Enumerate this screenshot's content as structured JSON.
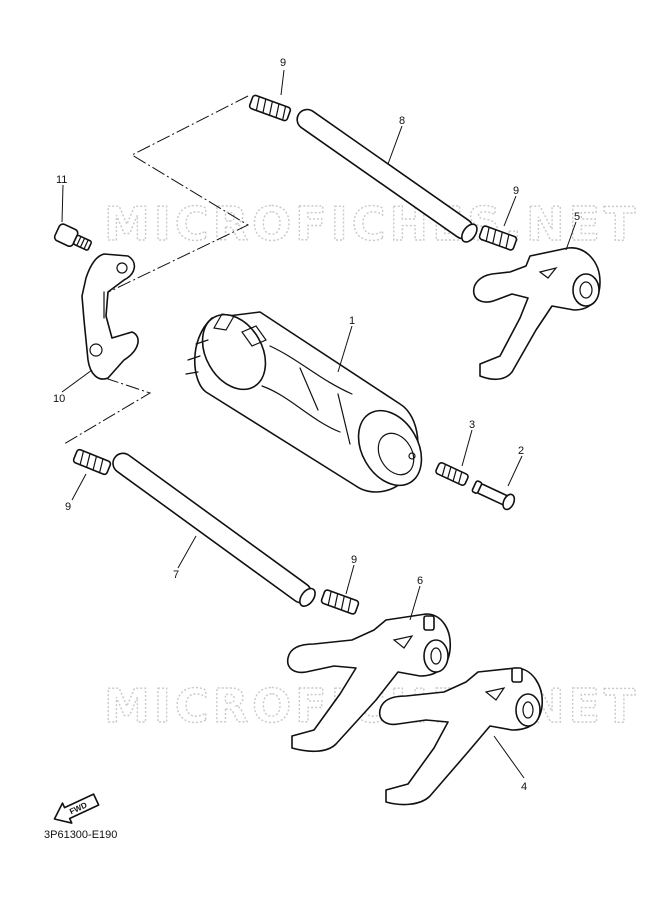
{
  "watermark": "MICROFICHES.NET",
  "diagram_code": "3P61300-E190",
  "fwd_label": "FWD",
  "callouts": {
    "c1": "1",
    "c2": "2",
    "c3": "3",
    "c4": "4",
    "c5": "5",
    "c6": "6",
    "c7": "7",
    "c8": "8",
    "c9a": "9",
    "c9b": "9",
    "c9c": "9",
    "c9d": "9",
    "c10": "10",
    "c11": "11"
  },
  "colors": {
    "line": "#111111",
    "watermark": "#c9c9c9",
    "background": "#ffffff"
  }
}
